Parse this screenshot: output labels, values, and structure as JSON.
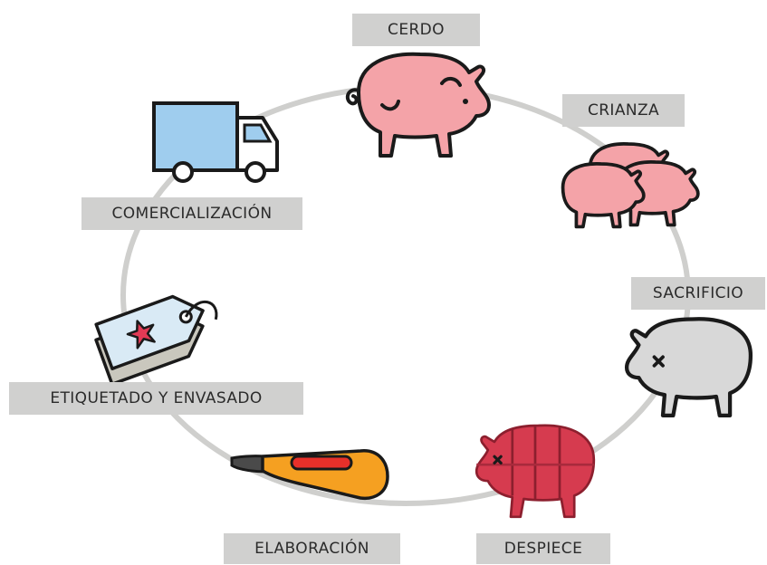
{
  "steps": {
    "cerdo": "CERDO",
    "crianza": "CRIANZA",
    "sacrificio": "SACRIFICIO",
    "despiece": "DESPIECE",
    "elaboracion": "ELABORACIÓN",
    "etiquetado": "ETIQUETADO Y ENVASADO",
    "comercializacion": "COMERCIALIZACIÓN"
  },
  "colors": {
    "cycle_ring": "#cfcfcd",
    "label_bg": "#d0d0cf",
    "pig_pink": "#f4a3a8",
    "slaughter_gray": "#d8d8d8",
    "despiece_red": "#d63b4f",
    "despiece_dark": "#a82a3c",
    "knife_orange": "#f5a021",
    "knife_red": "#e8302a",
    "tag_blue": "#d9eaf5",
    "tag_star": "#e23a55",
    "truck_blue": "#9fcdee"
  },
  "icons": {
    "cerdo": "pig-icon",
    "crianza": "pig-herd-icon",
    "sacrificio": "dead-pig-icon",
    "despiece": "pig-cuts-icon",
    "elaboracion": "knife-icon",
    "etiquetado": "price-tag-icon",
    "comercializacion": "delivery-truck-icon"
  }
}
